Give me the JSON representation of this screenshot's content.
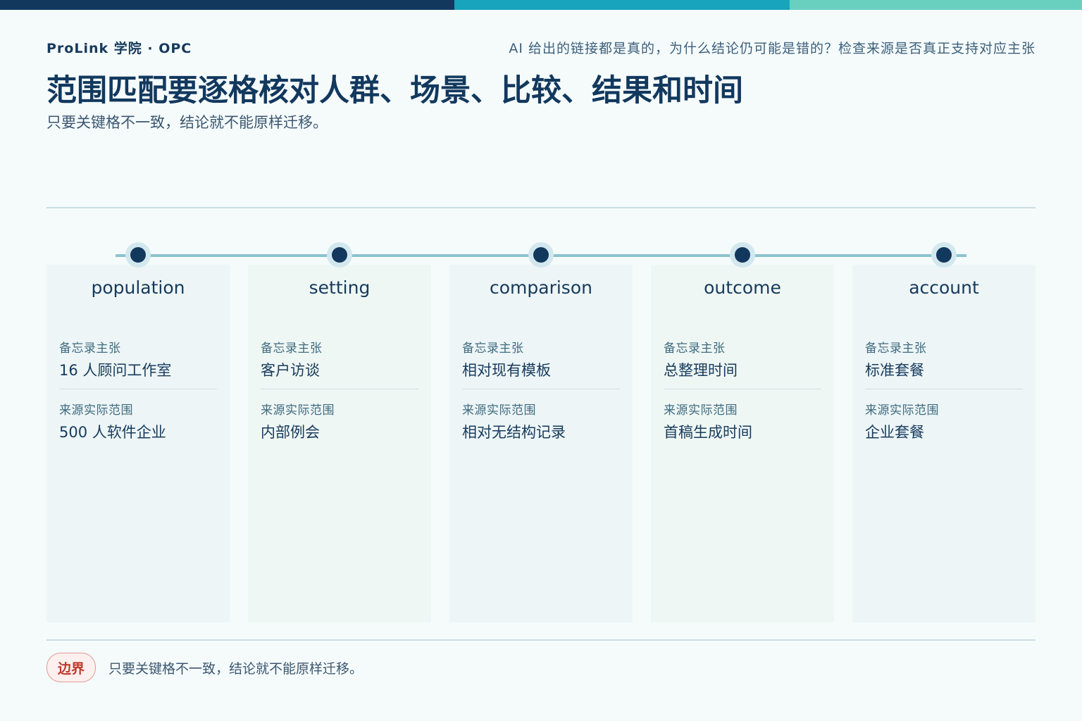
{
  "header": {
    "brand": "ProLink 学院 · OPC",
    "question": "AI 给出的链接都是真的，为什么结论仍可能是错的？检查来源是否真正支持对应主张",
    "title": "范围匹配要逐格核对人群、场景、比较、结果和时间",
    "subtitle": "只要关键格不一致，结论就不能原样迁移。"
  },
  "cards": [
    {
      "title": "population",
      "memo_label": "备忘录主张",
      "memo_value": "16 人顾问工作室",
      "source_label": "来源实际范围",
      "source_value": "500 人软件企业"
    },
    {
      "title": "setting",
      "memo_label": "备忘录主张",
      "memo_value": "客户访谈",
      "source_label": "来源实际范围",
      "source_value": "内部例会"
    },
    {
      "title": "comparison",
      "memo_label": "备忘录主张",
      "memo_value": "相对现有模板",
      "source_label": "来源实际范围",
      "source_value": "相对无结构记录"
    },
    {
      "title": "outcome",
      "memo_label": "备忘录主张",
      "memo_value": "总整理时间",
      "source_label": "来源实际范围",
      "source_value": "首稿生成时间"
    },
    {
      "title": "account",
      "memo_label": "备忘录主张",
      "memo_value": "标准套餐",
      "source_label": "来源实际范围",
      "source_value": "企业套餐"
    }
  ],
  "footer": {
    "badge": "边界",
    "text": "只要关键格不一致，结论就不能原样迁移。"
  },
  "colors": {
    "primary": "#12385e",
    "teal": "#18a4bd",
    "mint": "#69d0c0",
    "badge_red": "#c0392b"
  }
}
